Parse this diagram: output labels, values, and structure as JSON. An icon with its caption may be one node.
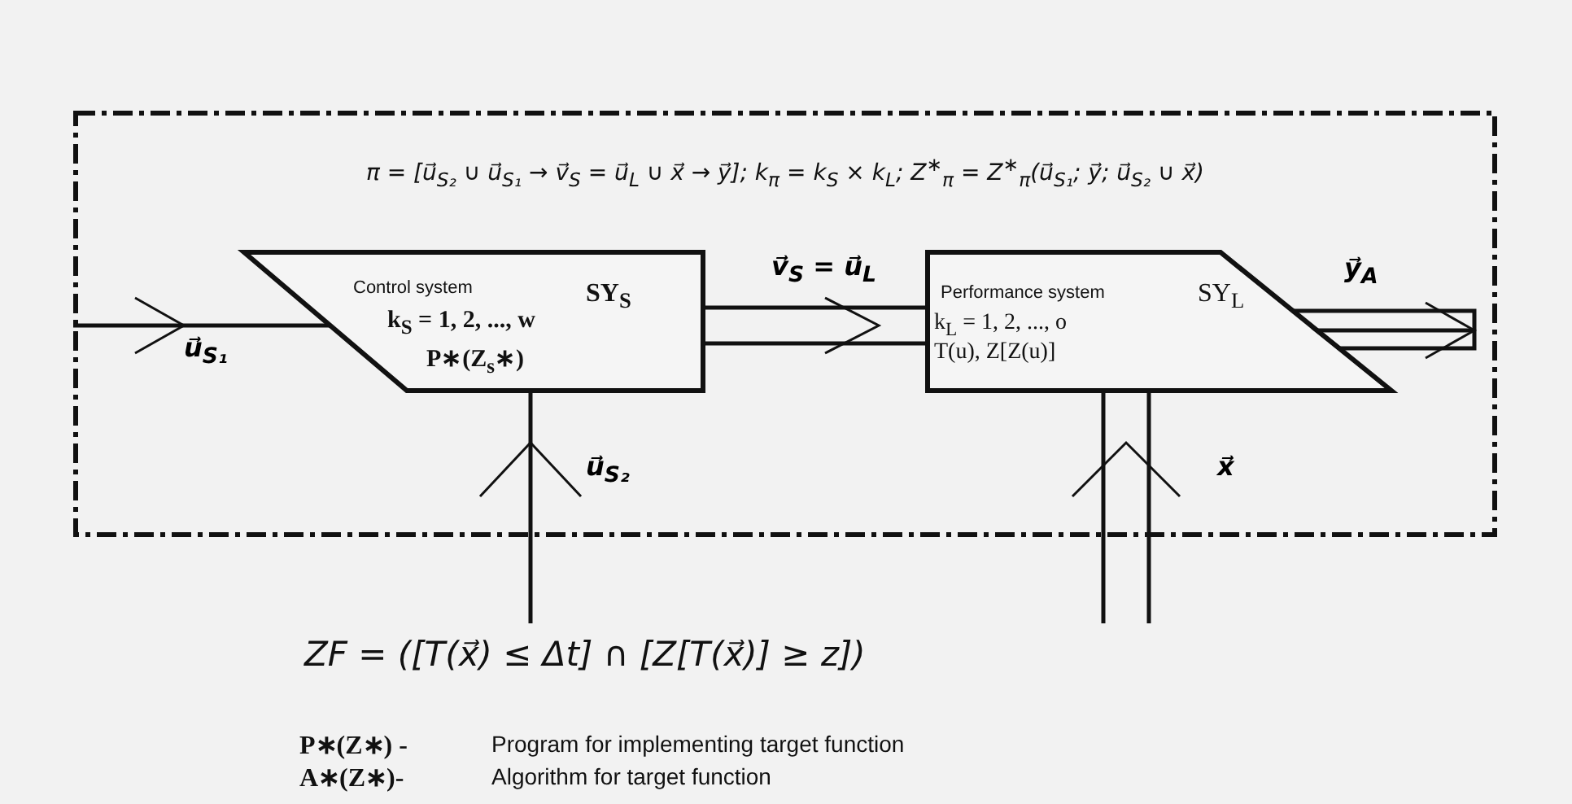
{
  "diagram": {
    "nodes": [
      {
        "text": [
          "π = [u⃗$_{S₂}$ ∪ u⃗$_{S₁}$ → v⃗$_{S}$ = u⃗$_{L}$ ∪ x⃗ → y⃗]; k$_{π}$ = k$_{S}$ × k$_{L}$; Z$^{∗}$$_{π}$ = Z$^{∗}$$_{π}$(u⃗$_{S₁}$; y⃗; u⃗$_{S₂}$ ∪ x⃗)"
        ]
      },
      {
        "text": [
          "Control system",
          "SY$_{S}$",
          "k$_{S}$ = 1, 2, ..., w",
          "P∗(Z$_{s}$∗)"
        ],
        "in": 0
      },
      {
        "text": [
          "Performance system",
          "SY$_{L}$",
          "k$_{L}$ = 1, 2, ..., o",
          "T(u), Z[Z(u)]"
        ],
        "in": 0
      }
    ],
    "edges": [
      {
        "from": null,
        "to": 1,
        "arrow": "to",
        "label": "u⃗$_{S₁}$"
      },
      {
        "from": null,
        "to": 1,
        "arrow": "to",
        "label": "u⃗$_{S₂}$"
      },
      {
        "from": 1,
        "to": 2,
        "arrow": "to",
        "label": "v⃗$_{S}$ = u⃗$_{L}$"
      },
      {
        "from": null,
        "to": 2,
        "arrow": "to",
        "label": "x⃗"
      },
      {
        "from": 2,
        "to": null,
        "arrow": "to",
        "label": "y⃗$_{A}$"
      }
    ],
    "labels": [
      "ZF = ([T(x⃗) ≤ Δt] ∩ [Z[T(x⃗)] ≥ z])",
      "P∗(Z∗) -",
      "Program for implementing target function",
      "A∗(Z∗)-",
      "Algorithm for target function"
    ]
  }
}
